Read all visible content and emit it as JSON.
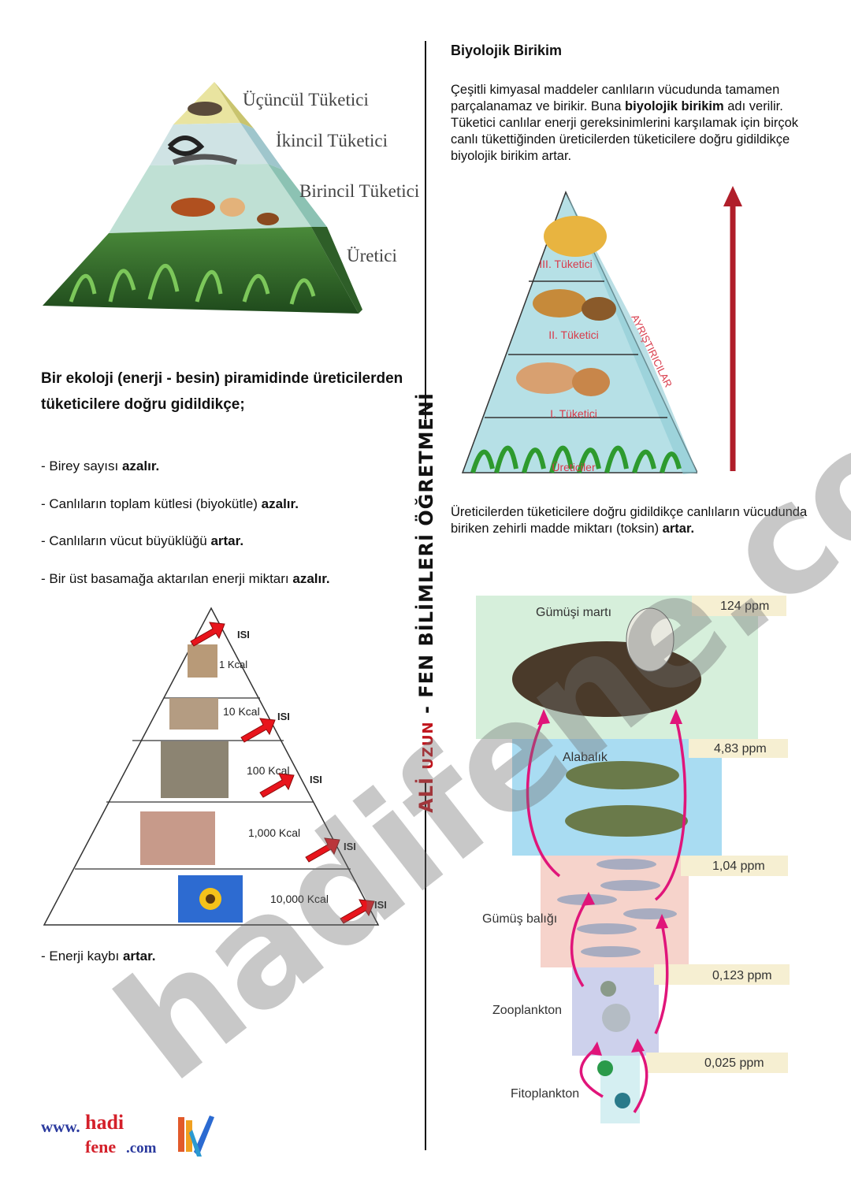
{
  "left": {
    "pyramid_labels": [
      "Üçüncül Tüketici",
      "İkincil Tüketici",
      "Birincil Tüketici",
      "Üretici"
    ],
    "heading": "Bir ekoloji (enerji - besin) piramidinde üreticilerden tüketicilere doğru gidildikçe;",
    "bullets": [
      {
        "text": "- Birey sayısı ",
        "bold": "azalır."
      },
      {
        "text": "- Canlıların toplam kütlesi (biyokütle) ",
        "bold": "azalır."
      },
      {
        "text": "- Canlıların vücut büyüklüğü ",
        "bold": "artar."
      },
      {
        "text": "- Bir üst basamağa aktarılan enerji miktarı ",
        "bold": "azalır."
      }
    ],
    "energy_pyramid": {
      "heat_label": "ISI",
      "levels": [
        "1 Kcal",
        "10 Kcal",
        "100 Kcal",
        "1,000 Kcal",
        "10,000 Kcal"
      ]
    },
    "final_bullet": {
      "text": "- Enerji kaybı ",
      "bold": "artar."
    }
  },
  "right": {
    "heading": "Biyolojik Birikim",
    "para_parts": [
      "Çeşitli kimyasal maddeler canlıların vücudunda tamamen parçalanamaz ve birikir. Buna ",
      "biyolojik birikim",
      " adı verilir. Tüketici canlılar enerji gereksinimlerini karşılamak için birçok canlı tükettiğinden üreticilerden tüketicilere doğru gidildikçe biyolojik birikim artar."
    ],
    "bio_pyramid": {
      "levels": [
        "III. Tüketici",
        "II. Tüketici",
        "I. Tüketici",
        "Üreticiler"
      ],
      "side_label": "AYRIŞTIRICILAR"
    },
    "para2_parts": [
      "Üreticilerden tüketicilere doğru  gidildikçe canlıların vücudunda biriken zehirli madde miktarı (toksin) ",
      "artar."
    ],
    "toxin_chain": [
      {
        "name": "Gümüşi martı",
        "ppm": "124 ppm"
      },
      {
        "name": "Alabalık",
        "ppm": "4,83 ppm"
      },
      {
        "name": "Gümüş balığı",
        "ppm": "1,04 ppm"
      },
      {
        "name": "Zooplankton",
        "ppm": "0,123 ppm"
      },
      {
        "name": "Fitoplankton",
        "ppm": "0,025 ppm"
      }
    ]
  },
  "signature": {
    "red_part": "ALİ",
    "red_part2": "UZUN",
    "black_part": " - FEN BİLİMLERİ ÖĞRETMENİ"
  },
  "watermark": "hadifene.com",
  "logo": {
    "www": "www.",
    "hadi": "hadi",
    "fene": "fene",
    "com": ".com"
  }
}
